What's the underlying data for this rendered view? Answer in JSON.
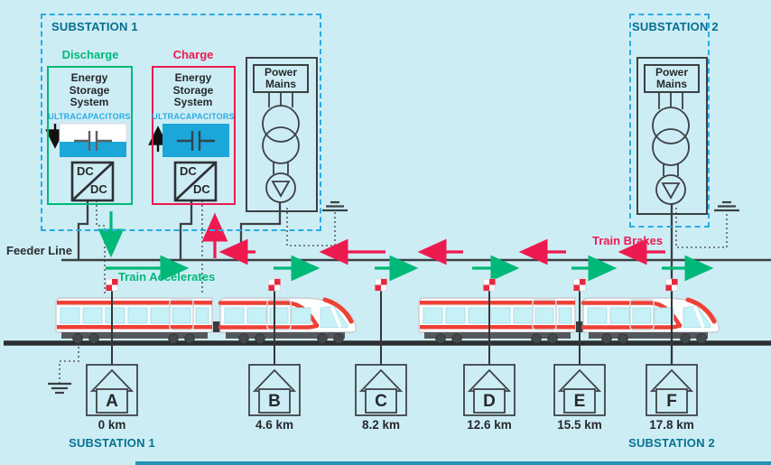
{
  "colors": {
    "background": "#cdedf5",
    "substation_border_cyan": "#29abe2",
    "teal_label": "#046e8e",
    "green_accent": "#00b978",
    "red_accent": "#ed1a50",
    "train_stripe_red": "#ee4036",
    "ultracapacitor_blue": "#1ba7da",
    "window_cyan": "#c6f1f7",
    "wire_dark": "#3b4043"
  },
  "substation1": {
    "label": "SUBSTATION 1",
    "discharge": {
      "label": "Discharge",
      "ess_title": "Energy Storage System",
      "ultracap_label": "ULTRACAPACITORS",
      "converter_top": "DC",
      "converter_bottom": "DC",
      "charge_state": "partially discharged"
    },
    "charge": {
      "label": "Charge",
      "ess_title": "Energy Storage System",
      "ultracap_label": "ULTRACAPACITORS",
      "converter_top": "DC",
      "converter_bottom": "DC",
      "charge_state": "full"
    },
    "power_mains_label": "Power Mains"
  },
  "substation2": {
    "label": "SUBSTATION 2",
    "power_mains_label": "Power Mains"
  },
  "feeder": {
    "label": "Feeder Line"
  },
  "flow": {
    "accelerates": "Train Accelerates",
    "brakes": "Train Brakes"
  },
  "stations": [
    {
      "letter": "A",
      "distance": "0 km"
    },
    {
      "letter": "B",
      "distance": "4.6 km"
    },
    {
      "letter": "C",
      "distance": "8.2 km"
    },
    {
      "letter": "D",
      "distance": "12.6 km"
    },
    {
      "letter": "E",
      "distance": "15.5 km"
    },
    {
      "letter": "F",
      "distance": "17.8 km"
    }
  ],
  "footer": {
    "substation1": "SUBSTATION 1",
    "substation2": "SUBSTATION 2"
  }
}
